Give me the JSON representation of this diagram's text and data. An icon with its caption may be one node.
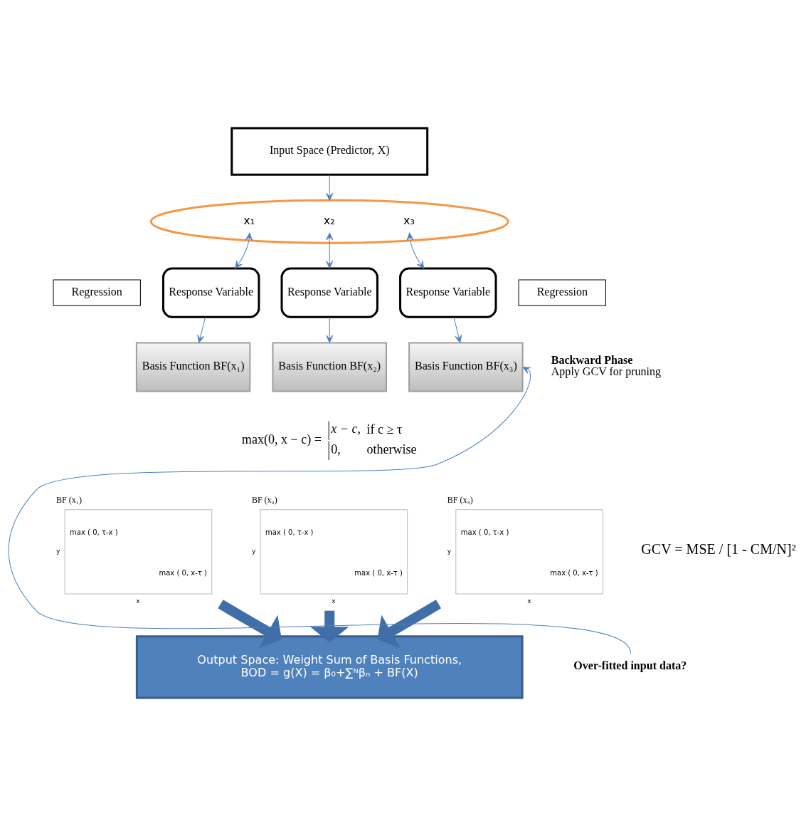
{
  "diagram": {
    "nodes": [
      {
        "text": [
          "Input Space (Predictor, X)"
        ]
      },
      {
        "text": [
          "x₁",
          "x₂",
          "x₃"
        ]
      },
      {
        "text": [
          "Regression"
        ]
      },
      {
        "text": [
          "Regression"
        ]
      },
      {
        "text": [
          "Response Variable"
        ]
      },
      {
        "text": [
          "Response Variable"
        ]
      },
      {
        "text": [
          "Response Variable"
        ]
      },
      {
        "text": [
          "Basis Function BF(x₁)"
        ]
      },
      {
        "text": [
          "Basis Function BF(x₂)"
        ]
      },
      {
        "text": [
          "Basis Function BF(x₃)"
        ]
      },
      {
        "text": [
          "max ( 0, τ-x )",
          "max ( 0, x-τ )"
        ],
        "beside": [
          "BF (x₁)",
          "y",
          "x"
        ]
      },
      {
        "text": [
          "max ( 0, τ-x )",
          "max ( 0, x-τ )"
        ],
        "beside": [
          "BF (x₂)",
          "y",
          "x"
        ]
      },
      {
        "text": [
          "max ( 0, τ-x )",
          "max ( 0, x-τ )"
        ],
        "beside": [
          "BF (x₃)",
          "y",
          "x"
        ]
      },
      {
        "text": [
          "Output Space: Weight Sum of Basis Functions,",
          "BOD = g(X) = β₀+∑ᴺβₙ + BF(X)"
        ]
      },
      {
        "text": [
          "Over-fitted input data?"
        ]
      }
    ],
    "edges": [
      {
        "from": 0,
        "to": 1,
        "arrow": "to"
      },
      {
        "from": 1,
        "to": 4,
        "arrow": "both"
      },
      {
        "from": 1,
        "to": 5,
        "arrow": "both"
      },
      {
        "from": 1,
        "to": 6,
        "arrow": "both"
      },
      {
        "from": 4,
        "to": 7,
        "arrow": "to"
      },
      {
        "from": 5,
        "to": 8,
        "arrow": "to"
      },
      {
        "from": 6,
        "to": 9,
        "arrow": "to"
      },
      {
        "from": 10,
        "to": 13,
        "arrow": "to",
        "style": "thick"
      },
      {
        "from": 11,
        "to": 13,
        "arrow": "to",
        "style": "thick"
      },
      {
        "from": 12,
        "to": 13,
        "arrow": "to",
        "style": "thick"
      },
      {
        "from": 14,
        "to": 9,
        "arrow": "to"
      }
    ],
    "labels": [
      "Backward Phase",
      "Apply GCV for pruning",
      "max(0, x − c) =",
      "x − c,",
      "if c ≥ τ",
      "0,",
      "otherwise",
      "GCV = MSE / [1 - CM/N]²"
    ]
  }
}
